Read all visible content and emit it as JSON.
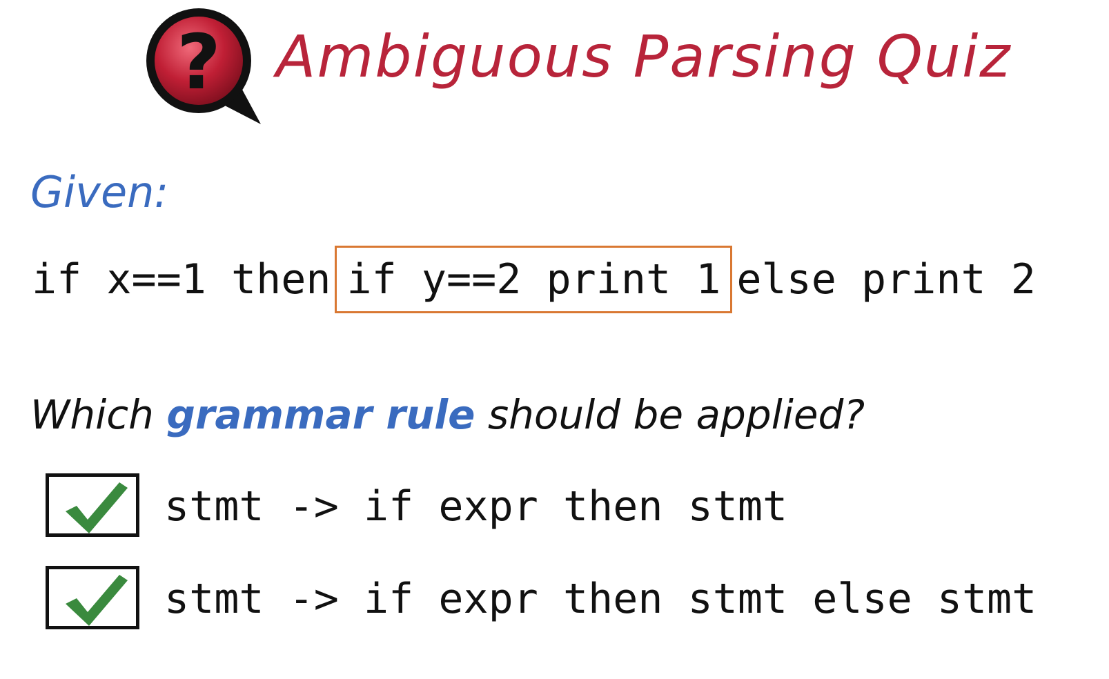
{
  "header": {
    "icon": "question-speech-bubble-icon",
    "title": "Ambiguous Parsing Quiz",
    "title_color": "#b8243a"
  },
  "given": {
    "label": "Given:",
    "label_color": "#3a6bbf",
    "code_before": "if x==1 then",
    "code_highlighted": "if y==2 print 1",
    "code_after": "else print 2",
    "highlight_color": "#d97832"
  },
  "question": {
    "prefix": "Which",
    "emphasis": "grammar rule",
    "suffix": "should be applied?",
    "emphasis_color": "#3a6bbf"
  },
  "options": [
    {
      "checked": true,
      "text": "stmt -> if expr then stmt",
      "icon": "checkmark-icon"
    },
    {
      "checked": true,
      "text": "stmt -> if expr then stmt else stmt",
      "icon": "checkmark-icon"
    }
  ],
  "check_color": "#3a8a3e"
}
